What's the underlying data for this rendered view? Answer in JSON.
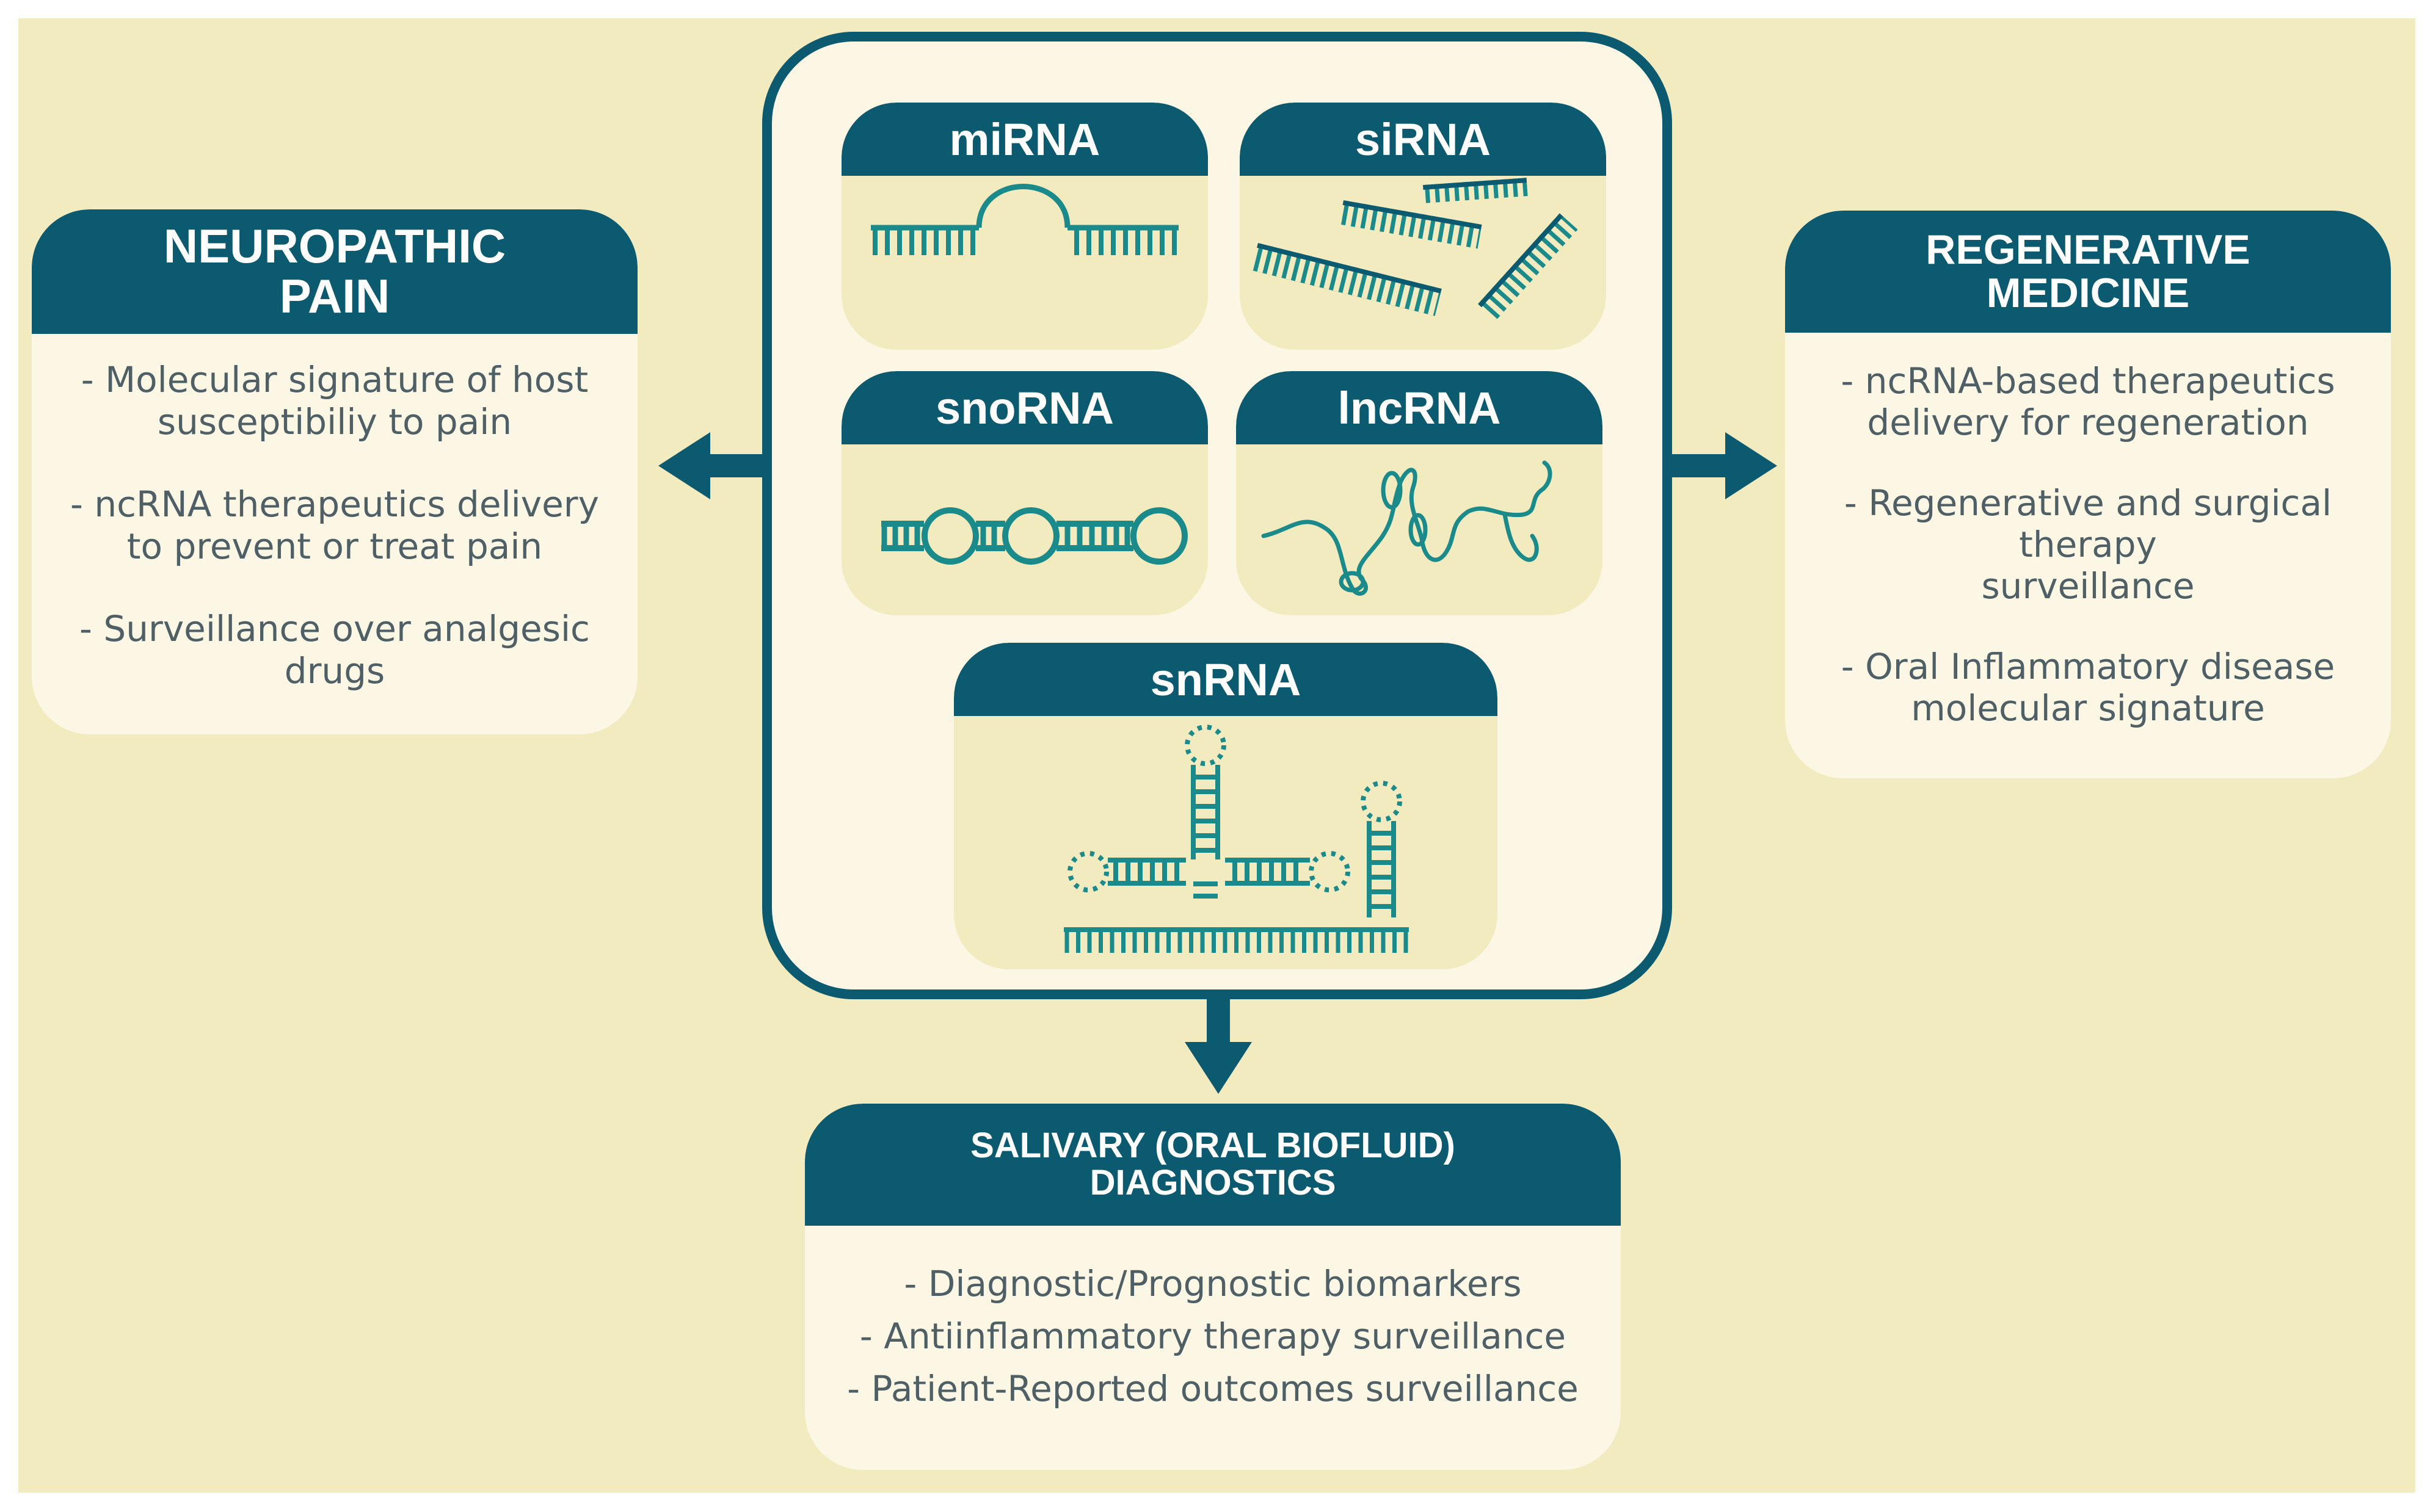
{
  "colors": {
    "background": "#f3ebc0",
    "panel": "#fcf6e4",
    "header": "#0c5a70",
    "strand": "#1a8a8a",
    "body_text": "#4f5f66"
  },
  "center": {
    "rna_types": [
      {
        "label": "miRNA",
        "icon": "mirna-hairpin-icon"
      },
      {
        "label": "siRNA",
        "icon": "sirna-duplex-icon"
      },
      {
        "label": "snoRNA",
        "icon": "snorna-loops-icon"
      },
      {
        "label": "lncRNA",
        "icon": "lncrna-strand-icon"
      },
      {
        "label": "snRNA",
        "icon": "snrna-structure-icon"
      }
    ]
  },
  "left": {
    "title_line1": "NEUROPATHIC",
    "title_line2": "PAIN",
    "items": [
      {
        "line1": "- Molecular signature of host",
        "line2": "susceptibiliy to pain"
      },
      {
        "line1": "- ncRNA therapeutics delivery",
        "line2": "to prevent or treat pain"
      },
      {
        "line1": "- Surveillance over analgesic",
        "line2": "drugs"
      }
    ]
  },
  "right": {
    "title_line1": "REGENERATIVE",
    "title_line2": "MEDICINE",
    "items": [
      {
        "line1": "- ncRNA-based therapeutics",
        "line2": "delivery for regeneration",
        "line3": ""
      },
      {
        "line1": "- Regenerative and surgical",
        "line2": "therapy",
        "line3": "surveillance"
      },
      {
        "line1": "- Oral Inflammatory disease",
        "line2": "molecular signature",
        "line3": ""
      }
    ]
  },
  "bottom": {
    "title_line1": "SALIVARY (ORAL BIOFLUID)",
    "title_line2": "DIAGNOSTICS",
    "items": [
      "- Diagnostic/Prognostic biomarkers",
      "- Antiinflammatory therapy surveillance",
      "- Patient-Reported outcomes surveillance"
    ]
  },
  "arrows": [
    "arrow-left-icon",
    "arrow-right-icon",
    "arrow-down-icon"
  ]
}
